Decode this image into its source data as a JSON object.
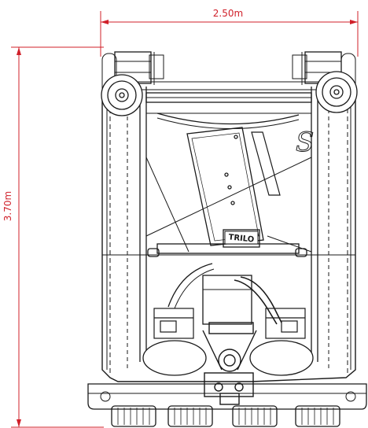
{
  "colors": {
    "dimension": "#d0202a",
    "line": "#1a1a1a",
    "background": "#ffffff"
  },
  "dimensions": {
    "width_label": "2.50m",
    "height_label": "3.70m"
  },
  "machine": {
    "brand_plate": "TRILO",
    "side_logo": "S"
  }
}
